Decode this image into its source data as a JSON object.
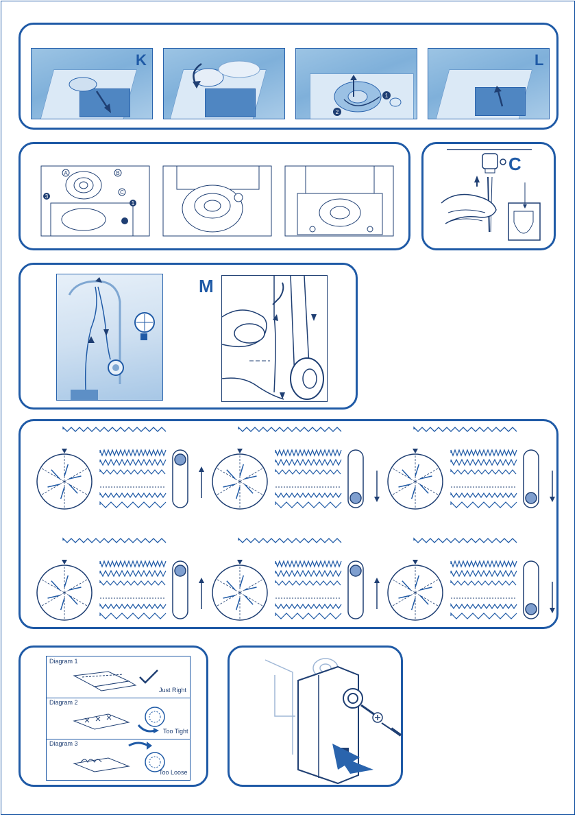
{
  "colors": {
    "accent": "#1f5aa6",
    "photo_blue": "#8db9df",
    "light": "#dbe9f6",
    "dot": "#7f9fcf"
  },
  "section1": {
    "letter_k": "K",
    "letter_l": "L",
    "marker_1": "1",
    "marker_2": "2"
  },
  "section2": {
    "label_a": "A",
    "label_b": "B",
    "label_c_small": "C",
    "label_1": "1",
    "label_3": "3"
  },
  "needle": {
    "letter_c": "C"
  },
  "threading": {
    "letter_m": "M"
  },
  "tension": {
    "cells": [
      {
        "tendency": "up"
      },
      {
        "tendency": "down"
      },
      {
        "tendency": "down"
      },
      {
        "tendency": "up"
      },
      {
        "tendency": "up"
      },
      {
        "tendency": "down"
      }
    ]
  },
  "diagrams": [
    {
      "title": "Diagram 1",
      "caption": "Just Right"
    },
    {
      "title": "Diagram 2",
      "caption": "Too Tight"
    },
    {
      "title": "Diagram 3",
      "caption": "Too Loose"
    }
  ],
  "icons": [
    "arrow-icon",
    "checkmark-icon",
    "dial-icon",
    "screwdriver-icon",
    "plus-screw-icon"
  ]
}
